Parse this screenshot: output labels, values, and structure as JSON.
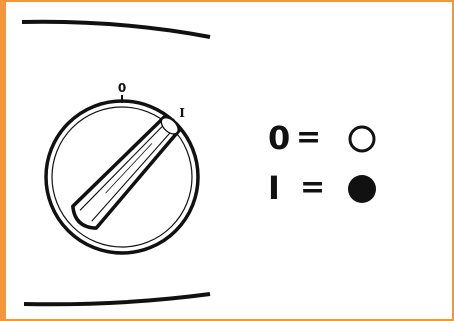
{
  "dial": {
    "mark_off": "0",
    "mark_on": "I"
  },
  "legend": [
    {
      "key": "0",
      "eq": "=",
      "symbol": "open-circle-icon"
    },
    {
      "key": "I",
      "eq": "=",
      "symbol": "filled-circle-icon"
    }
  ],
  "colors": {
    "border": "#f2973a",
    "ink": "#111111"
  }
}
